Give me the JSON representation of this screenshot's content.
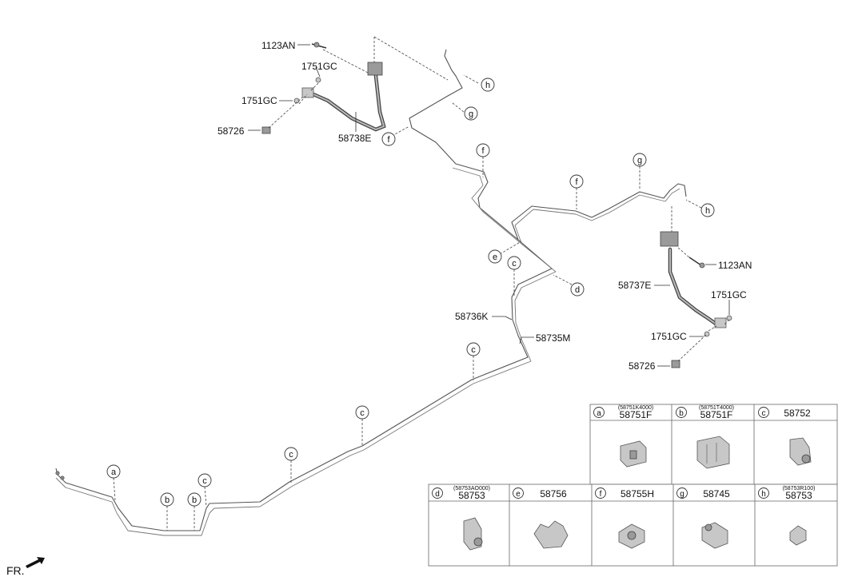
{
  "labels": {
    "p1123an_top": "1123AN",
    "p1751gc_top1": "1751GC",
    "p1751gc_top2": "1751GC",
    "p58726_top": "58726",
    "p58738e": "58738E",
    "p1123an_right": "1123AN",
    "p58737e": "58737E",
    "p1751gc_right1": "1751GC",
    "p1751gc_right2": "1751GC",
    "p58726_right": "58726",
    "p58736k": "58736K",
    "p58735m": "58735M",
    "fr": "FR."
  },
  "callouts": {
    "h_top": "h",
    "g_top": "g",
    "f_top": "f",
    "f_mid": "f",
    "f_right": "f",
    "g_right": "g",
    "h_right": "h",
    "e": "e",
    "c_mid": "c",
    "d": "d",
    "c_low": "c",
    "c_2": "c",
    "c_3": "c",
    "c_4": "c",
    "a": "a",
    "b_1": "b",
    "b_2": "b"
  },
  "table": {
    "row1": [
      {
        "tag": "a",
        "sub": "(58751K4000)",
        "code": "58751F"
      },
      {
        "tag": "b",
        "sub": "(58751T4000)",
        "code": "58751F"
      },
      {
        "tag": "c",
        "sub": "",
        "code": "58752"
      }
    ],
    "row2": [
      {
        "tag": "d",
        "sub": "(58753AO000)",
        "code": "58753"
      },
      {
        "tag": "e",
        "sub": "",
        "code": "58756"
      },
      {
        "tag": "f",
        "sub": "",
        "code": "58755H"
      },
      {
        "tag": "g",
        "sub": "",
        "code": "58745"
      },
      {
        "tag": "h",
        "sub": "(58753R100)",
        "code": "58753"
      }
    ]
  },
  "icons": {
    "fr_arrow": "forward-arrow-icon"
  }
}
